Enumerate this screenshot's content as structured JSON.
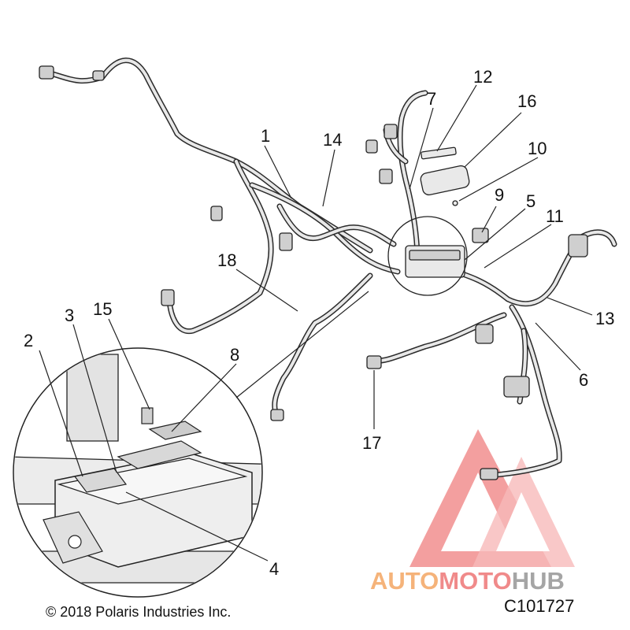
{
  "callouts": {
    "c1": "1",
    "c2": "2",
    "c3": "3",
    "c4": "4",
    "c5": "5",
    "c6": "6",
    "c7": "7",
    "c8": "8",
    "c9": "9",
    "c10": "10",
    "c11": "11",
    "c12": "12",
    "c13": "13",
    "c14": "14",
    "c15": "15",
    "c16": "16",
    "c17": "17",
    "c18": "18"
  },
  "footer": {
    "copyright": "© 2018 Polaris Industries Inc.",
    "drawing_id": "C101727"
  },
  "watermark": {
    "part1": "AUTO",
    "part2": "MOTO",
    "part3": "HUB",
    "color_primary": "#f4b183",
    "color_secondary": "#f08080",
    "color_tertiary": "#9a9a9a"
  }
}
